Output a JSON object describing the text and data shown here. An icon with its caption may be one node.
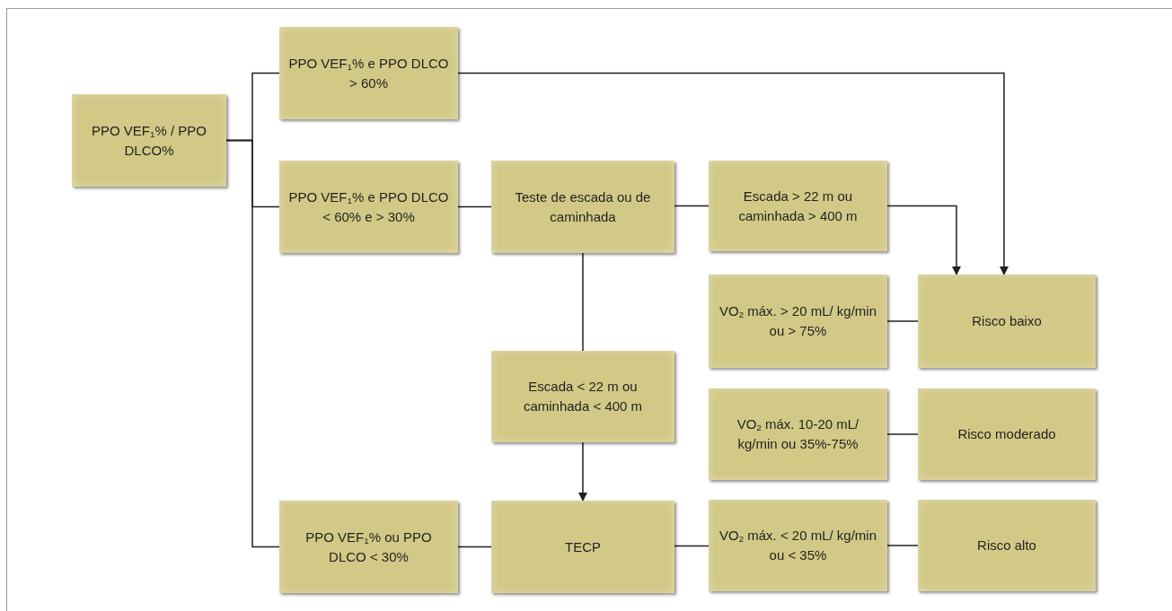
{
  "diagram": {
    "nodes": [
      {
        "text": [
          "PPO VEF$_{1}$% / PPO DLCO%"
        ]
      },
      {
        "text": [
          "PPO VEF$_{1}$% e PPO DLCO > 60%"
        ]
      },
      {
        "text": [
          "PPO VEF$_{1}$% e PPO DLCO < 60% e > 30%"
        ]
      },
      {
        "text": [
          "Teste de escada ou de caminhada"
        ]
      },
      {
        "text": [
          "Escada > 22 m ou caminhada > 400 m"
        ]
      },
      {
        "text": [
          "VO$_{2}$ máx. > 20 mL/ kg/min ou > 75%"
        ]
      },
      {
        "text": [
          "Risco baixo"
        ]
      },
      {
        "text": [
          "Escada < 22 m ou caminhada < 400 m"
        ]
      },
      {
        "text": [
          "VO$_{2}$ máx. 10-20 mL/ kg/min ou 35%-75%"
        ]
      },
      {
        "text": [
          "Risco moderado"
        ]
      },
      {
        "text": [
          "PPO VEF$_{1}$% ou PPO DLCO < 30%"
        ]
      },
      {
        "text": [
          "TECP"
        ]
      },
      {
        "text": [
          "VO$_{2}$ máx. < 20 mL/ kg/min ou < 35%"
        ]
      },
      {
        "text": [
          "Risco alto"
        ]
      }
    ],
    "edges": [
      {
        "from": 0,
        "to": 1,
        "arrow": "none"
      },
      {
        "from": 0,
        "to": 2,
        "arrow": "none"
      },
      {
        "from": 0,
        "to": 10,
        "arrow": "none"
      },
      {
        "from": 1,
        "to": 6,
        "arrow": "to"
      },
      {
        "from": 2,
        "to": 3,
        "arrow": "none"
      },
      {
        "from": 3,
        "to": 4,
        "arrow": "none"
      },
      {
        "from": 4,
        "to": 6,
        "arrow": "to"
      },
      {
        "from": 3,
        "to": 7,
        "arrow": "none"
      },
      {
        "from": 7,
        "to": 11,
        "arrow": "to"
      },
      {
        "from": 5,
        "to": 6,
        "arrow": "none"
      },
      {
        "from": 8,
        "to": 9,
        "arrow": "none"
      },
      {
        "from": 10,
        "to": 11,
        "arrow": "none"
      },
      {
        "from": 11,
        "to": 12,
        "arrow": "none"
      },
      {
        "from": 12,
        "to": 13,
        "arrow": "none"
      }
    ]
  }
}
